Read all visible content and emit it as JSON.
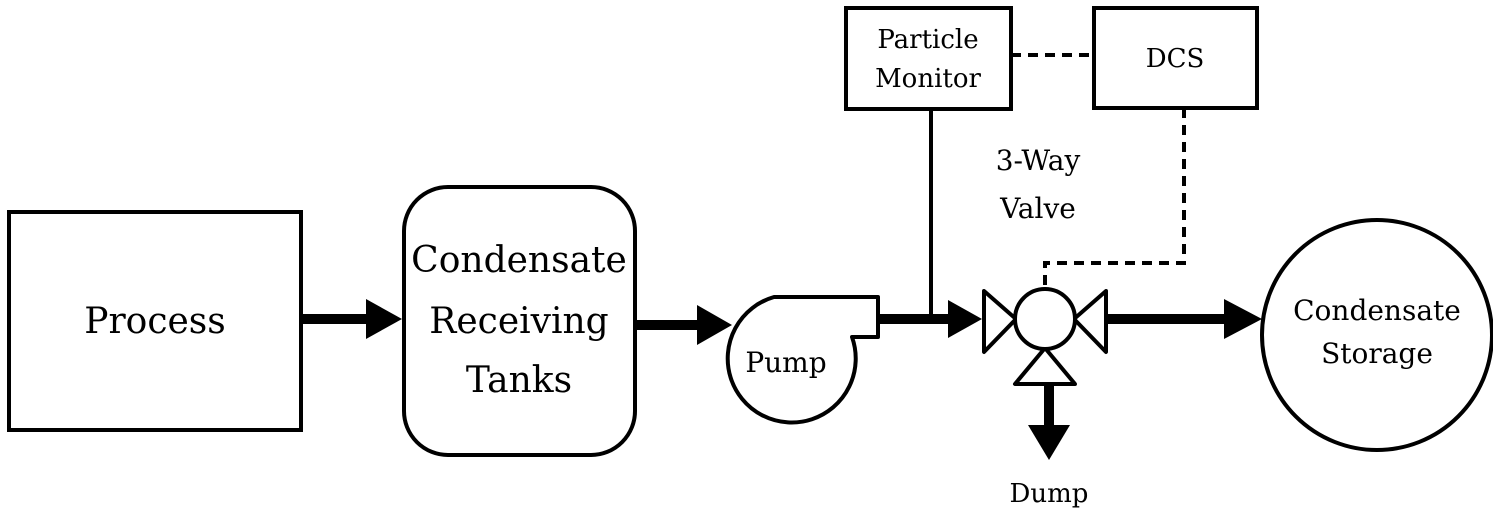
{
  "nodes": {
    "process": {
      "label": "Process"
    },
    "receiving_tanks": {
      "lines": [
        "Condensate",
        "Receiving",
        "Tanks"
      ]
    },
    "pump": {
      "label": "Pump"
    },
    "particle_monitor": {
      "lines": [
        "Particle",
        "Monitor"
      ]
    },
    "dcs": {
      "label": "DCS"
    },
    "valve": {
      "lines": [
        "3-Way",
        "Valve"
      ]
    },
    "storage": {
      "lines": [
        "Condensate",
        "Storage"
      ]
    },
    "dump": {
      "label": "Dump"
    }
  },
  "colors": {
    "stroke": "#000000",
    "fill": "#ffffff"
  }
}
